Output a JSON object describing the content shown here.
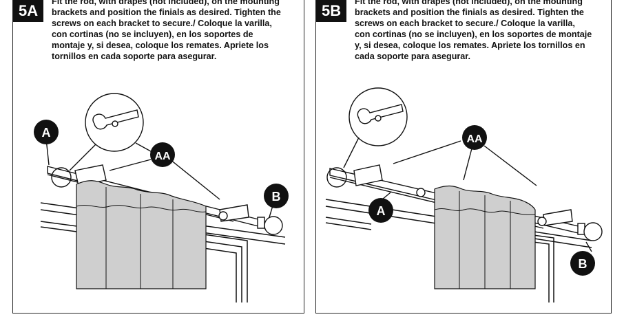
{
  "panels": [
    {
      "step": "5A",
      "text": "Fit the rod, with drapes (not included), on the mounting\nbrackets and position the finials as desired. Tighten the\nscrews on each bracket to secure./ Coloque la varilla,\ncon cortinas (no se incluyen), en los soportes de\nmontaje y, si desea, coloque los remates. Apriete los\ntornillos en cada soporte para asegurar.",
      "labels": {
        "a": "A",
        "aa": "AA",
        "b": "B"
      }
    },
    {
      "step": "5B",
      "text": "Fit the rod, with drapes (not included), on the mounting\nbrackets and position the finials as desired. Tighten the\nscrews on each bracket to secure./ Coloque la varilla,\ncon cortinas (no se incluyen), en los soportes de montaje\ny, si desea, coloque los remates. Apriete los tornillos en\ncada soporte para asegurar.",
      "labels": {
        "a": "A",
        "aa": "AA",
        "b": "B"
      }
    }
  ],
  "colors": {
    "drape": "#cfcfcf",
    "ink": "#111111",
    "badge": "#111111"
  }
}
